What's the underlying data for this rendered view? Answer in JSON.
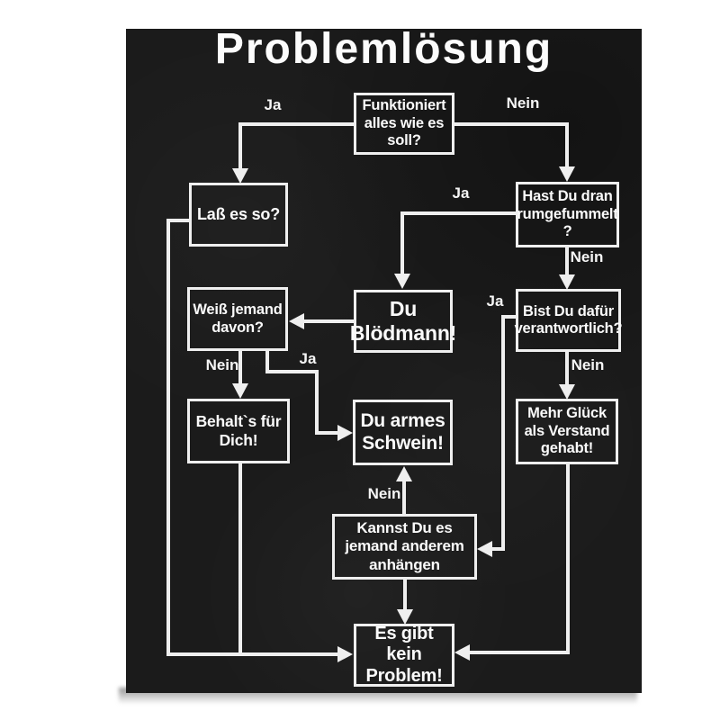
{
  "title": "Problemlösung",
  "nodes": {
    "funktioniert": "Funktioniert\nalles wie es\nsoll?",
    "lass": "Laß es so?",
    "hast": "Hast Du dran\nrumgefummelt\n?",
    "bloedmann": "Du\nBlödmann!",
    "weiss": "Weiß jemand\ndavon?",
    "bist": "Bist Du dafür\nverantwortlich?",
    "behalts": "Behalt`s für\nDich!",
    "schwein": "Du armes\nSchwein!",
    "glueck": "Mehr Glück\nals Verstand\ngehabt!",
    "kannst": "Kannst Du es\njemand anderem\nanhängen",
    "problem": "Es gibt kein\nProblem!"
  },
  "edge_labels": {
    "funktioniert_ja": "Ja",
    "funktioniert_nein": "Nein",
    "hast_ja": "Ja",
    "hast_nein": "Nein",
    "bist_ja": "Ja",
    "bist_nein": "Nein",
    "weiss_nein": "Nein",
    "weiss_ja": "Ja",
    "kannst_nein": "Nein"
  },
  "colors": {
    "page_background": "#ffffff",
    "shirt_background": "#1b1b1b",
    "line": "#efefef",
    "text": "#fafafa"
  }
}
